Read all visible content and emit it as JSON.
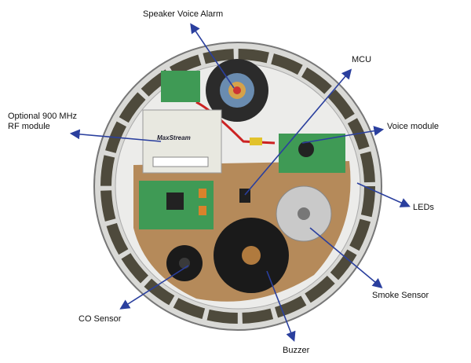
{
  "labels": {
    "speaker": "Speaker Voice Alarm",
    "mcu": "MCU",
    "rf_line1": "Optional 900 MHz",
    "rf_line2": "RF module",
    "voice": "Voice module",
    "leds": "LEDs",
    "smoke": "Smoke Sensor",
    "co": "CO Sensor",
    "buzzer": "Buzzer"
  },
  "module_brand": "MaxStream",
  "colors": {
    "arrow": "#2a3f9e",
    "pcb": "#b58a5a",
    "green_board": "#3f9a55"
  }
}
